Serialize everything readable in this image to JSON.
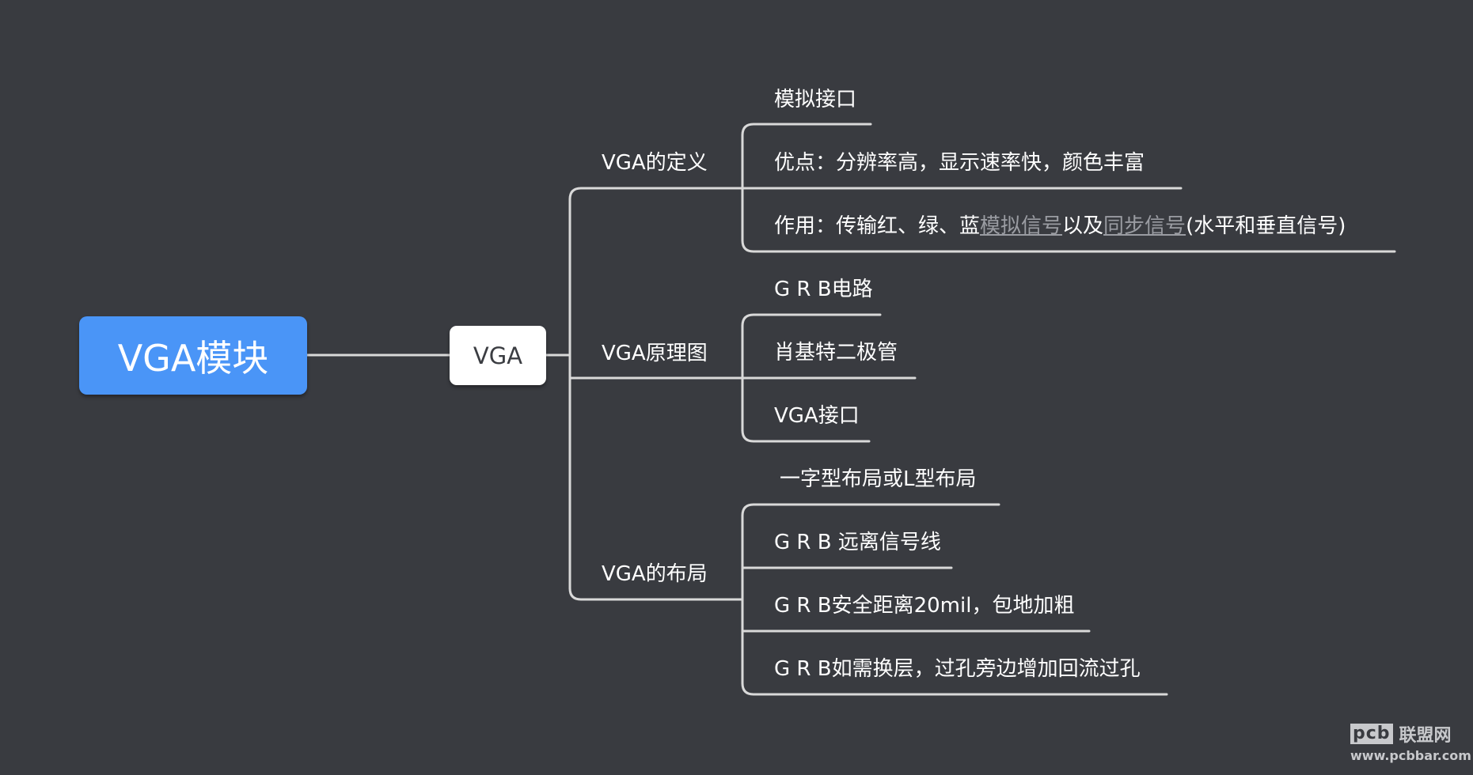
{
  "diagram": {
    "root": "VGA模块",
    "center": "VGA",
    "branches": [
      {
        "label": "VGA的定义",
        "children": [
          {
            "text": "模拟接口"
          },
          {
            "text": "优点：分辨率高，显示速率快，颜色丰富"
          },
          {
            "parts": [
              "作用：传输红、绿、蓝",
              "模拟信号",
              "以及",
              "同步信号",
              "(水平和垂直信号)"
            ]
          }
        ]
      },
      {
        "label": "VGA原理图",
        "children": [
          {
            "text": "G R B电路"
          },
          {
            "text": "肖基特二极管"
          },
          {
            "text": "VGA接口"
          }
        ]
      },
      {
        "label": "VGA的布局",
        "children": [
          {
            "text": "一字型布局或L型布局"
          },
          {
            "text": "G R B 远离信号线"
          },
          {
            "text": "G R B安全距离20mil，包地加粗"
          },
          {
            "text": "G R B如需换层，过孔旁边增加回流过孔"
          }
        ]
      }
    ]
  },
  "watermark": {
    "logo": "pcb",
    "name": "联盟网",
    "url": "www.pcbbar.com"
  },
  "colors": {
    "background": "#393b40",
    "root_fill": "#4a95f7",
    "center_fill": "#ffffff",
    "line": "#d9d9d9",
    "link_text": "#9a9ca2"
  }
}
